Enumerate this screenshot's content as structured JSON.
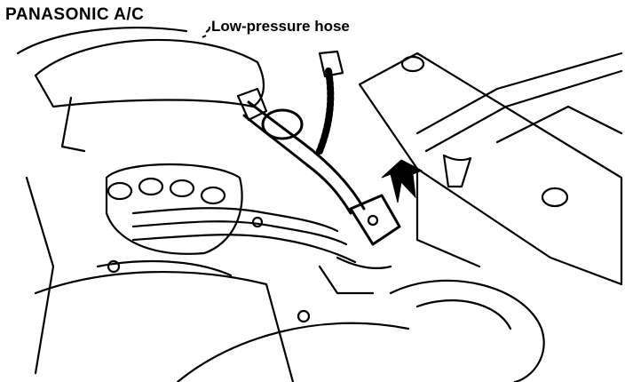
{
  "figure": {
    "title": "PANASONIC A/C",
    "callouts": [
      {
        "id": "low-pressure-hose",
        "label": "Low-pressure hose"
      }
    ],
    "arrow_marker": "filled-pointer-arrow",
    "colors": {
      "ink": "#000000",
      "paper": "#ffffff"
    }
  }
}
